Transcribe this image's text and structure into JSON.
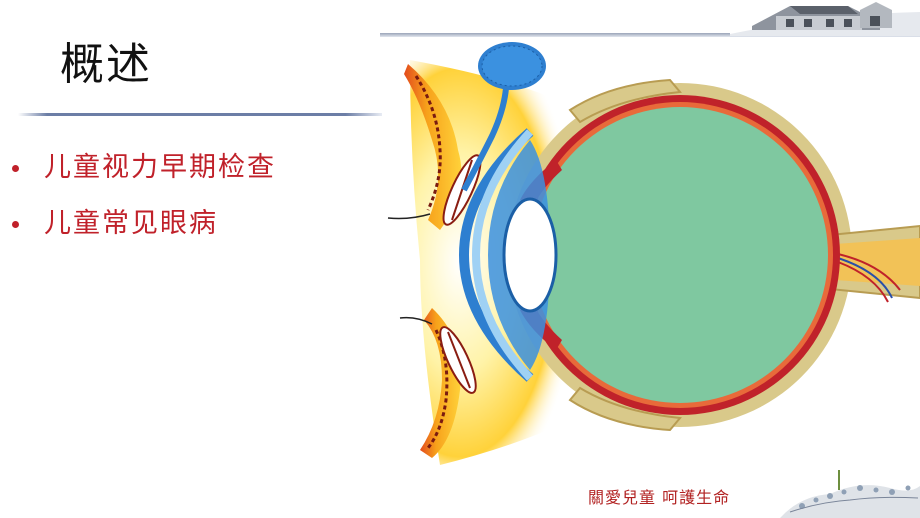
{
  "slide": {
    "title": "概述",
    "bullets": [
      "儿童视力早期检查",
      "儿童常见眼病"
    ],
    "footer_slogan": "關愛兒童  呵護生命"
  },
  "colors": {
    "bullet_text": "#c0212a",
    "title_text": "#111111",
    "vitreous": "#7fc8a0",
    "sclera": "#d9c98a",
    "choroid": "#c0222a",
    "eyelid_glow": "#ffd23a",
    "lacrimal_gland": "#2e7fd0"
  },
  "icons": [
    "eye-anatomy-illustration",
    "house-logo",
    "flower-decoration"
  ]
}
